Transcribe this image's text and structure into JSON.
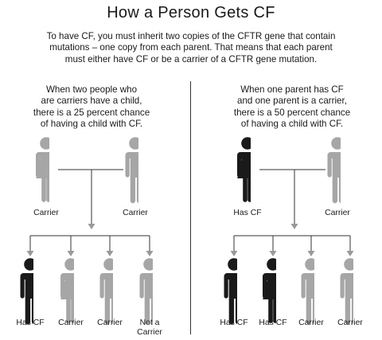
{
  "title": "How a Person Gets CF",
  "intro_lines": [
    "To have CF, you must inherit two copies of the CFTR gene that contain",
    "mutations – one copy from each parent. That means that each parent",
    "must either have CF or be a carrier of a CFTR gene mutation."
  ],
  "left_panel": {
    "description_lines": [
      "When two people who",
      "are carriers have a child,",
      "there is a 25 percent chance",
      "of having a child with CF."
    ],
    "parents": [
      "Carrier",
      "Carrier"
    ],
    "children": [
      "Has CF",
      "Carrier",
      "Carrier",
      "Not a Carrier"
    ],
    "children_display": [
      [
        "Has CF"
      ],
      [
        "Carrier"
      ],
      [
        "Carrier"
      ],
      [
        "Not a",
        "Carrier"
      ]
    ]
  },
  "right_panel": {
    "description_lines": [
      "When one parent has CF",
      "and one parent is a carrier,",
      "there is a 50 percent chance",
      "of having a child with CF."
    ],
    "parents": [
      "Has CF",
      "Carrier"
    ],
    "children": [
      "Has CF",
      "Has CF",
      "Carrier",
      "Carrier"
    ]
  },
  "colors": {
    "has_cf": "#1a1a1a",
    "not_carrier": "#a6a6a6",
    "line": "#333333",
    "arrow": "#999999"
  }
}
